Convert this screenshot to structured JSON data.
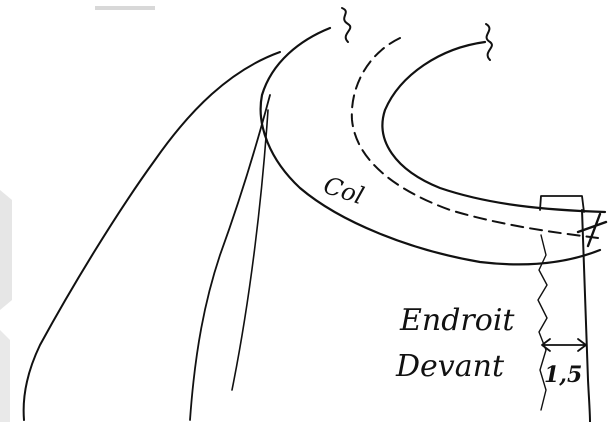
{
  "labels": {
    "col": "Col",
    "endroit": "Endroit",
    "devant": "Devant",
    "measure": "1,5"
  },
  "colors": {
    "ink": "#111111",
    "scan_shadow": "#e6e6e6"
  }
}
